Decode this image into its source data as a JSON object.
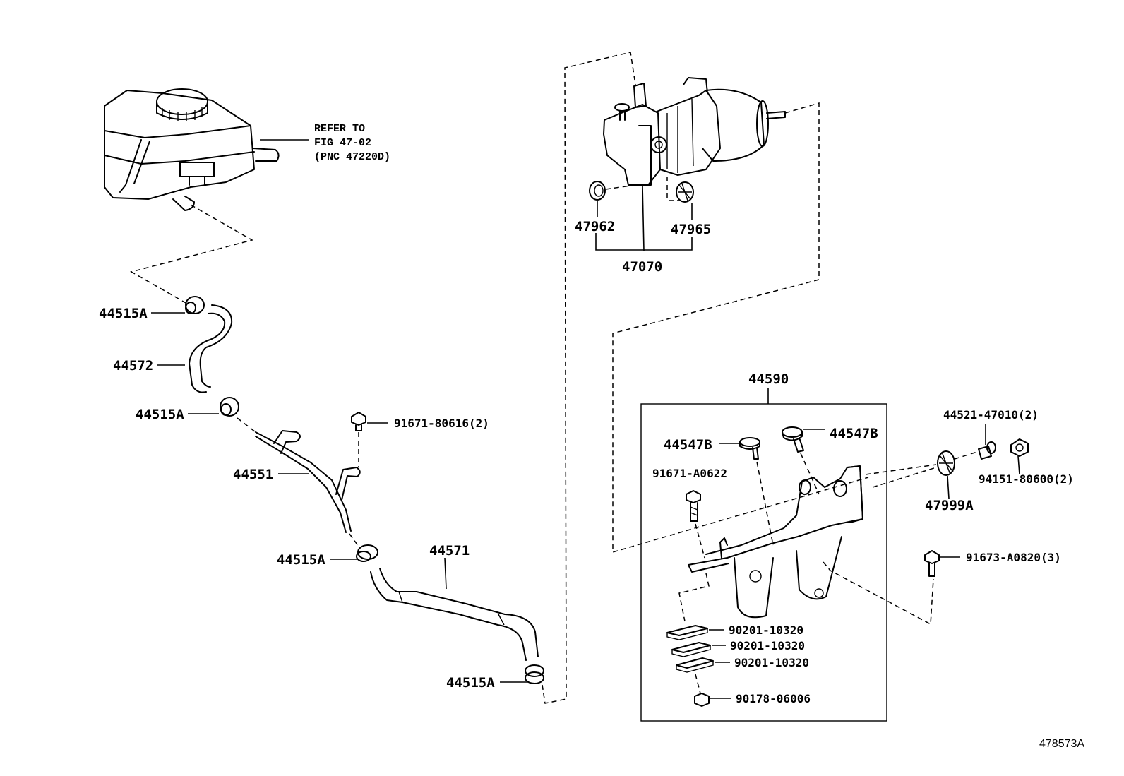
{
  "diagram_id": "478573A",
  "reference_note": [
    "REFER TO",
    "FIG 47-02",
    "(PNC 47220D)"
  ],
  "callouts": {
    "clamp_1": "44515A",
    "clamp_2": "44515A",
    "clamp_3": "44515A",
    "clamp_4": "44515A",
    "hose_upper": "44572",
    "pipe": "44551",
    "hose_lower": "44571",
    "bolt_pipe": "91671-80616(2)",
    "seal_ring": "47962",
    "cushion": "47965",
    "pump_assy": "47070",
    "bracket_assy": "44590",
    "stud_left": "44547B",
    "stud_right": "44547B",
    "bolt_bracket": "91671-A0622",
    "collar": "44521-47010(2)",
    "nut": "94151-80600(2)",
    "bushing": "47999A",
    "bolt_mount": "91673-A0820(3)",
    "washer_1": "90201-10320",
    "washer_2": "90201-10320",
    "washer_3": "90201-10320",
    "nut_bottom": "90178-06006"
  }
}
